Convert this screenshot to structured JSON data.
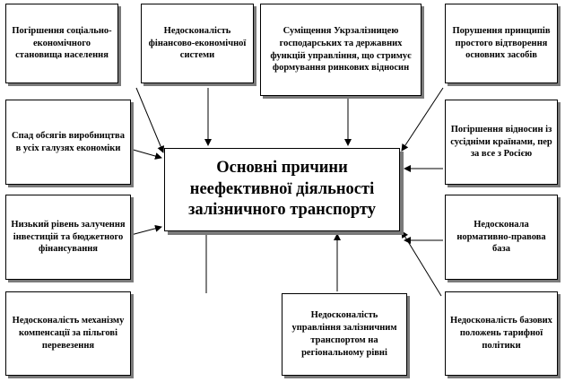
{
  "center": {
    "text": "Основні причини неефективної діяльності залізничного транспорту"
  },
  "causes": {
    "top_1": "Погіршення соціально-економічного становища населення",
    "top_2": "Недосконалість фінансово-економічної системи",
    "top_3": "Суміщення Укрзалізницею господарських та державних функцій управління, що стримує формування ринкових відносин",
    "top_4": "Порушення принципів простого відтворення основних засобів",
    "left_1": "Спад обсягів виробництва в усіх галузях економіки",
    "left_2": "Низький рівень залучення інвестицій та бюджетного фінансування",
    "left_3": "Недосконалість механізму компенсації за пільгові перевезення",
    "right_1": "Погіршення відносин із сусідніми країнами, пер за все з Росією",
    "right_2": "Недосконала нормативно-правова база",
    "bottom_mid": "Недосконалість управління залізничним транспортом на регіональному рівні",
    "bottom_right": "Недосконалість базових положень тарифної політики"
  },
  "colors": {
    "line": "#000000",
    "shadow": "#7a7a7a",
    "background": "#ffffff"
  }
}
